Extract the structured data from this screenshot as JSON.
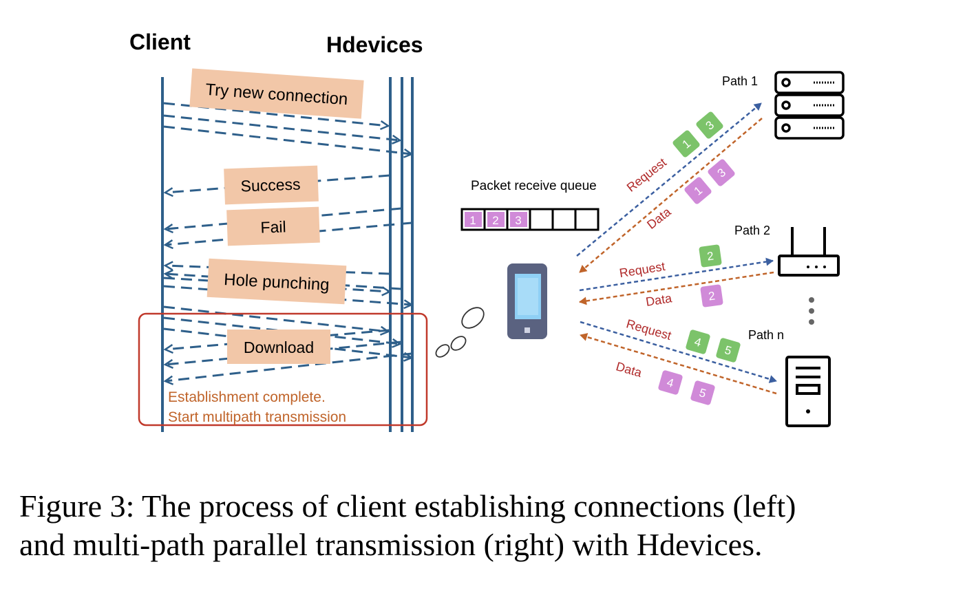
{
  "left": {
    "client_label": "Client",
    "hdevices_label": "Hdevices",
    "steps": {
      "try_new_connection": "Try new connection",
      "success": "Success",
      "fail": "Fail",
      "hole_punching": "Hole punching",
      "download": "Download"
    },
    "establishment_line1": "Establishment complete.",
    "establishment_line2": "Start multipath transmission"
  },
  "right": {
    "queue_label": "Packet receive queue",
    "queue_packets": [
      "1",
      "2",
      "3"
    ],
    "paths": {
      "path1": "Path 1",
      "path2": "Path 2",
      "pathn": "Path n"
    },
    "request_label": "Request",
    "data_label": "Data",
    "packets": {
      "path1_request": [
        "1",
        "3"
      ],
      "path1_data": [
        "1",
        "3"
      ],
      "path2_request": [
        "2"
      ],
      "path2_data": [
        "2"
      ],
      "pathn_request": [
        "4",
        "5"
      ],
      "pathn_data": [
        "4",
        "5"
      ]
    }
  },
  "colors": {
    "timeline_blue": "#2e5f8a",
    "request_blue": "#3b5fa0",
    "data_orange": "#c0642a",
    "label_red": "#b02a2a",
    "peach_box": "#f2c7a8",
    "green_packet": "#7cc36a",
    "purple_packet": "#d08ad8",
    "box_outline_red": "#c0392b",
    "establish_text": "#c0642a",
    "phone_body": "#5a6280",
    "phone_screen": "#8fd0f5"
  },
  "caption": {
    "line1": "Figure 3: The process of client establishing connections (left)",
    "line2": "and multi-path parallel transmission (right) with Hdevices."
  }
}
